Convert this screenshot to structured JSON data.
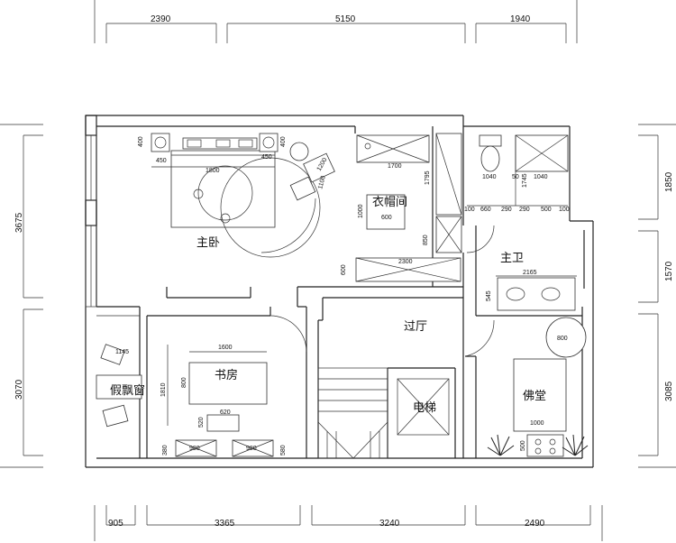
{
  "rooms": {
    "master_bedroom": "主卧",
    "cloakroom": "衣帽间",
    "master_bath": "主卫",
    "hall": "过厅",
    "study": "书房",
    "bay_window": "假飘窗",
    "buddha_hall": "佛堂",
    "elevator": "电梯"
  },
  "dims_top": [
    "2390",
    "5150",
    "1940"
  ],
  "dims_bottom": [
    "905",
    "3365",
    "3240",
    "2490"
  ],
  "dims_left": [
    "3675",
    "3070"
  ],
  "dims_right": [
    "1850",
    "1570",
    "3085"
  ],
  "inner": {
    "bed_400a": "400",
    "bed_450a": "450",
    "bed_1800": "1800",
    "bed_450b": "450",
    "bed_400b": "400",
    "chair_1200": "1200",
    "chair_1100": "1100",
    "cl_1700": "1700",
    "cl_1795": "1795",
    "cl_1000": "1000",
    "cl_600": "600",
    "cl_850": "850",
    "cl_2300": "2300",
    "cl_600b": "600",
    "ba_1040a": "1040",
    "ba_50": "50",
    "ba_1745": "1745",
    "ba_1040b": "1040",
    "ba_100a": "100",
    "ba_660": "660",
    "ba_290a": "290",
    "ba_290b": "290",
    "ba_500": "500",
    "ba_100b": "100",
    "ba_2165": "2165",
    "ba_545": "545",
    "st_1145": "1145",
    "st_1600": "1600",
    "st_1810": "1810",
    "st_800": "800",
    "st_620": "620",
    "st_520": "520",
    "st_380": "380",
    "st_980a": "980",
    "st_980b": "980",
    "st_580": "580",
    "bu_800": "800",
    "bu_1000": "1000",
    "bu_500": "500"
  },
  "icons": [
    "sofa-icon",
    "toilet-icon",
    "sink-icon",
    "plant-icon",
    "stair-icon",
    "elevator-icon"
  ]
}
